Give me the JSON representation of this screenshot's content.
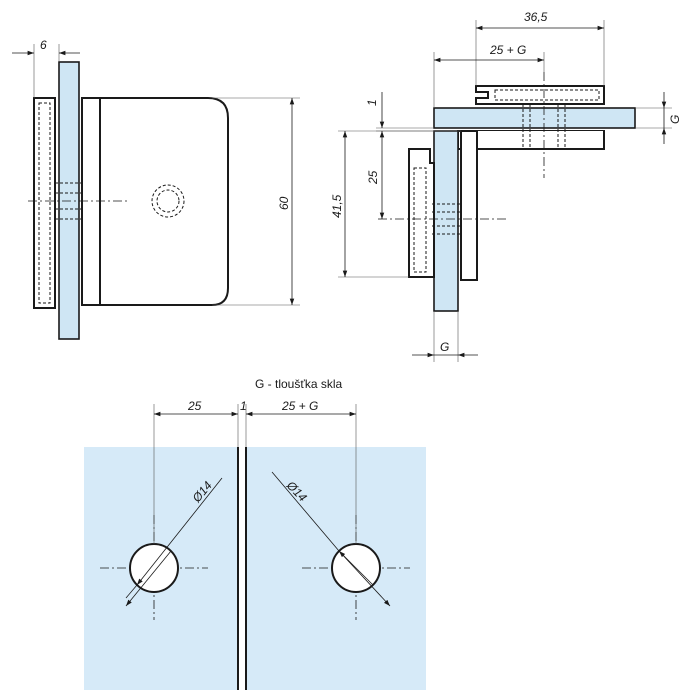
{
  "dimensions": {
    "side_thickness": "6",
    "side_height": "60",
    "top_width": "36,5",
    "top_offset": "25 + G",
    "top_gap": "1",
    "top_glass": "G",
    "top_left_height": "41,5",
    "top_center": "25",
    "bottom_glass": "G",
    "hole_left_offset": "25",
    "hole_gap": "1",
    "hole_right_offset": "25 + G",
    "hole_left_diameter": "Ø14",
    "hole_right_diameter": "Ø14"
  },
  "legend": {
    "note": "G - tloušťka skla"
  }
}
